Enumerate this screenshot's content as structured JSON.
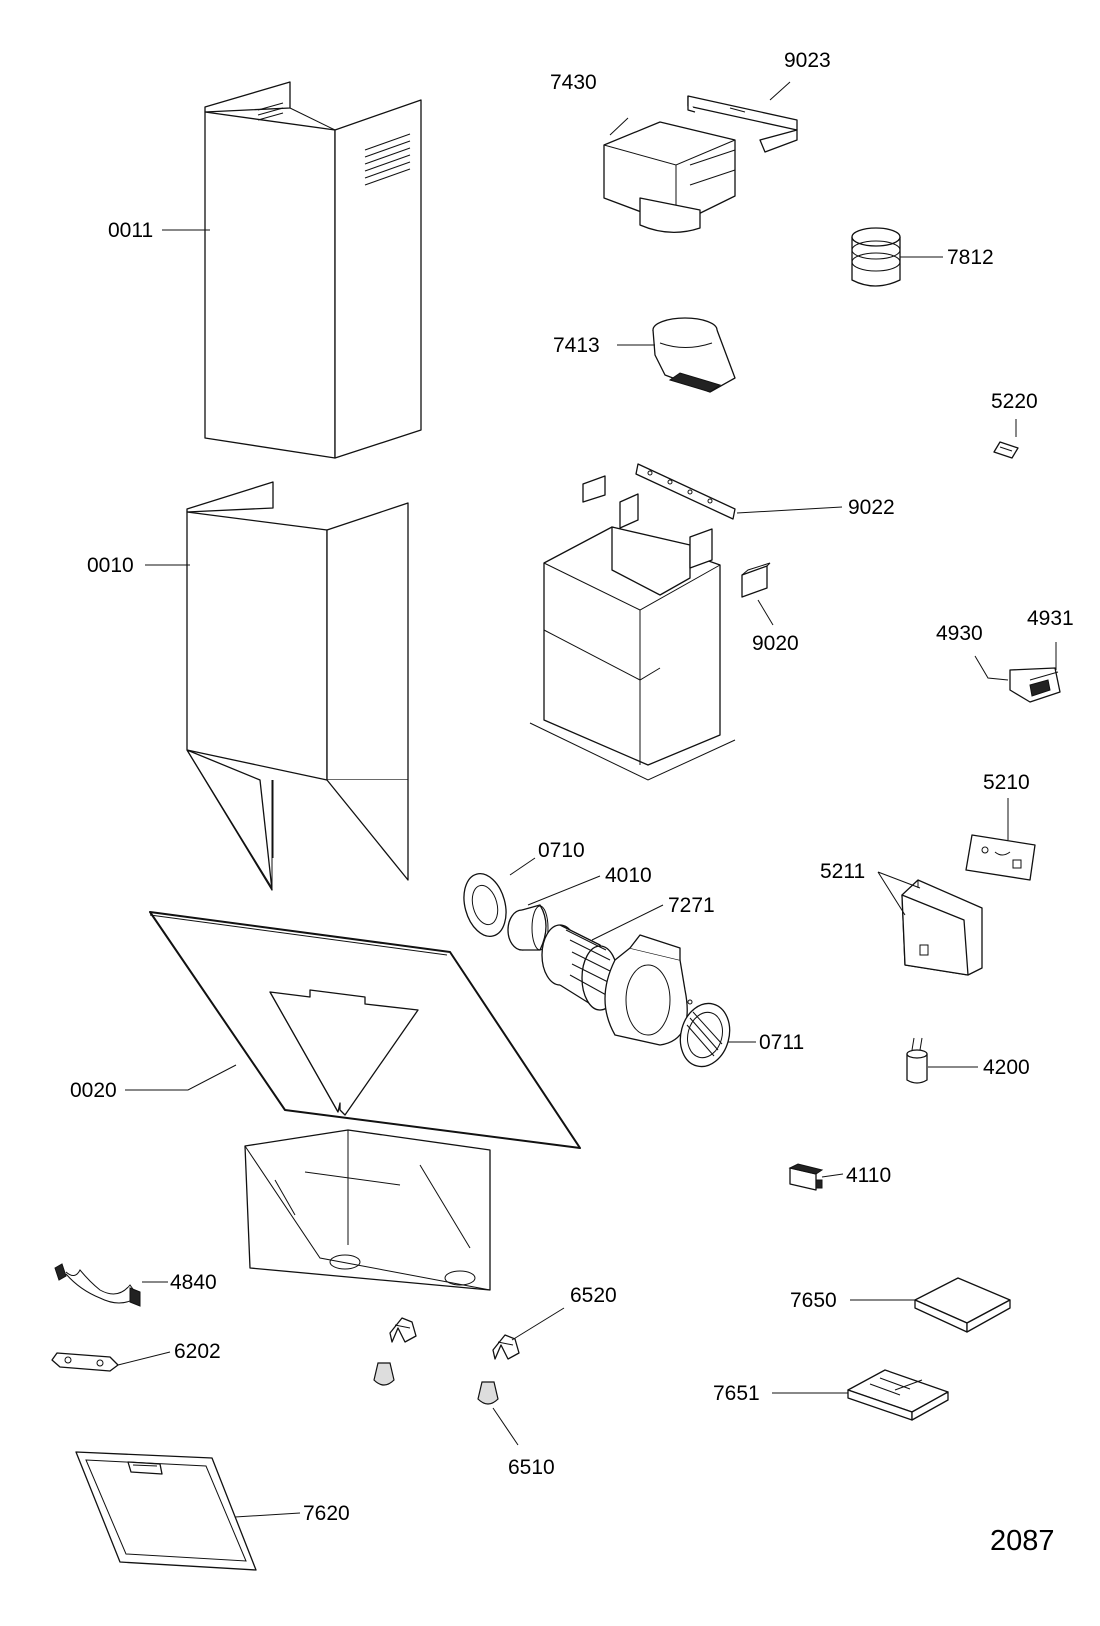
{
  "diagram": {
    "document_number": "2087",
    "part_labels": {
      "p0011": "0011",
      "p0010": "0010",
      "p0020": "0020",
      "p7430": "7430",
      "p9023": "9023",
      "p7812": "7812",
      "p7413": "7413",
      "p5220": "5220",
      "p9022": "9022",
      "p9020": "9020",
      "p4930": "4930",
      "p4931": "4931",
      "p5210": "5210",
      "p5211": "5211",
      "p0710": "0710",
      "p4010": "4010",
      "p7271": "7271",
      "p0711": "0711",
      "p4200": "4200",
      "p4110": "4110",
      "p4840": "4840",
      "p6520": "6520",
      "p6202": "6202",
      "p7650": "7650",
      "p7651": "7651",
      "p6510": "6510",
      "p7620": "7620"
    },
    "colors": {
      "line": "#111111",
      "background": "#ffffff"
    }
  }
}
